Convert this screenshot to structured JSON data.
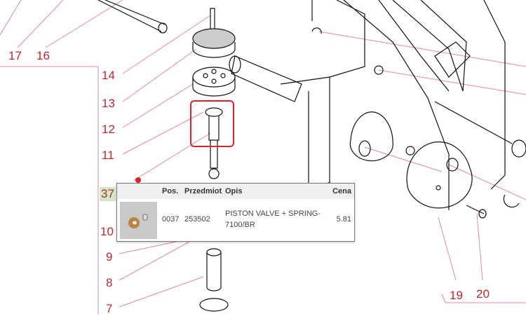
{
  "labels": [
    "17",
    "16",
    "14",
    "13",
    "12",
    "11",
    "37",
    "10",
    "9",
    "8",
    "7",
    "19",
    "20"
  ],
  "active_label": "37",
  "tooltip": {
    "headers": {
      "pos": "Pos.",
      "item": "Przedmiot",
      "desc": "Opis",
      "price": "Cena"
    },
    "row": {
      "pos": "0037",
      "item": "253502",
      "desc_line1": "PISTON VALVE + SPRING-",
      "desc_line2": "7100/BR",
      "price": "5.81"
    }
  },
  "colors": {
    "label": "#c0272d",
    "highlight_box": "#e0202a",
    "active_bg": "#cfe8c8",
    "leader": "#e07a8a"
  }
}
